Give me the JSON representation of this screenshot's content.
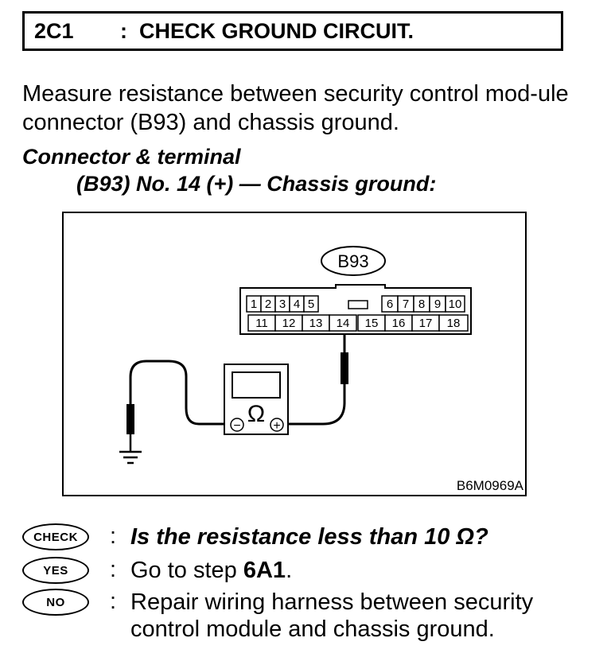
{
  "header": {
    "step": "2C1",
    "colon": ":",
    "title": "CHECK GROUND CIRCUIT."
  },
  "instruction": "Measure resistance between security control mod-ule connector (B93) and chassis ground.",
  "connector": {
    "line1": "Connector & terminal",
    "line2": "(B93) No. 14 (+) — Chassis ground:"
  },
  "diagram": {
    "connector_label": "B93",
    "top_pins": [
      "1",
      "2",
      "3",
      "4",
      "5",
      "6",
      "7",
      "8",
      "9",
      "10"
    ],
    "bottom_pins": [
      "11",
      "12",
      "13",
      "14",
      "15",
      "16",
      "17",
      "18"
    ],
    "meter_symbol": "Ω",
    "minus": "−",
    "plus": "+",
    "figure_code": "B6M0969A"
  },
  "qa": [
    {
      "badge": "CHECK",
      "colon": ":",
      "text": "Is the resistance less than 10 Ω?"
    },
    {
      "badge": "YES",
      "colon": ":",
      "text_pre": "Go to step ",
      "text_bold": "6A1",
      "text_post": "."
    },
    {
      "badge": "NO",
      "colon": ":",
      "text": "Repair wiring harness between security control module and chassis ground."
    }
  ]
}
